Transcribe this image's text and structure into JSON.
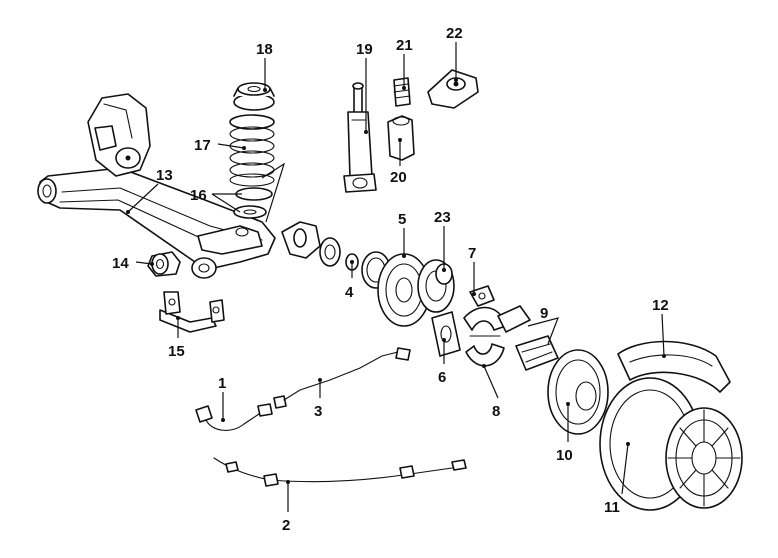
{
  "colors": {
    "line": "#111111",
    "background": "#ffffff"
  },
  "callouts": [
    {
      "id": "c1",
      "label": "1"
    },
    {
      "id": "c2",
      "label": "2"
    },
    {
      "id": "c3",
      "label": "3"
    },
    {
      "id": "c4",
      "label": "4"
    },
    {
      "id": "c5",
      "label": "5"
    },
    {
      "id": "c6",
      "label": "6"
    },
    {
      "id": "c7",
      "label": "7"
    },
    {
      "id": "c8",
      "label": "8"
    },
    {
      "id": "c9",
      "label": "9"
    },
    {
      "id": "c10",
      "label": "10"
    },
    {
      "id": "c11",
      "label": "11"
    },
    {
      "id": "c12",
      "label": "12"
    },
    {
      "id": "c13",
      "label": "13"
    },
    {
      "id": "c14",
      "label": "14"
    },
    {
      "id": "c15",
      "label": "15"
    },
    {
      "id": "c16",
      "label": "16"
    },
    {
      "id": "c17",
      "label": "17"
    },
    {
      "id": "c18",
      "label": "18"
    },
    {
      "id": "c19",
      "label": "19"
    },
    {
      "id": "c20",
      "label": "20"
    },
    {
      "id": "c21",
      "label": "21"
    },
    {
      "id": "c22",
      "label": "22"
    },
    {
      "id": "c23",
      "label": "23"
    }
  ]
}
